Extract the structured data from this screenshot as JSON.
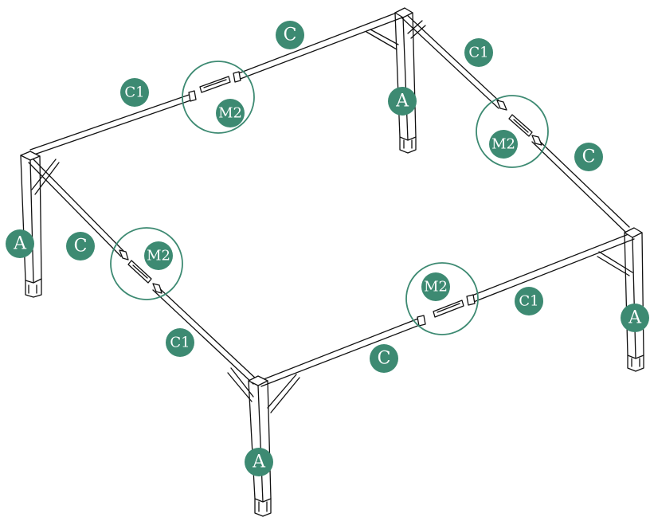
{
  "colors": {
    "badge": "#3d8a72",
    "ring": "#3d8a72",
    "line": "#111111"
  },
  "labels": {
    "leg_front": "A",
    "leg_left": "A",
    "leg_back": "A",
    "leg_right": "A",
    "top_beam_left_half": "C1",
    "top_beam_right_half": "C",
    "right_beam_upper_half": "C1",
    "right_beam_lower_half": "C",
    "left_beam_upper_half": "C",
    "left_beam_lower_half": "C1",
    "front_beam_left_half": "C",
    "front_beam_right_half": "C1",
    "connector_top": "M2",
    "connector_right": "M2",
    "connector_left": "M2",
    "connector_front": "M2"
  }
}
